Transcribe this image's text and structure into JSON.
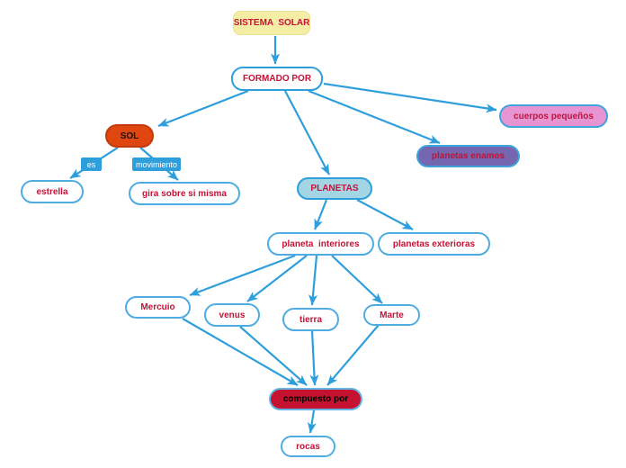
{
  "diagram": {
    "type": "concept-map",
    "topic": "SISTEMA  SOLAR",
    "background_color": "#ffffff",
    "arrow_color": "#2F9FDC",
    "text_color": "#C51236"
  },
  "nodes": {
    "sistema_solar": {
      "label": "SISTEMA  SOLAR",
      "fill": "#F3EDA5"
    },
    "formado_por": {
      "label": "FORMADO POR",
      "fill": "#ffffff"
    },
    "sol": {
      "label": "SOL",
      "fill": "#E0460F"
    },
    "estrella": {
      "label": "estrella",
      "fill": "#ffffff"
    },
    "gira": {
      "label": "gira sobre si misma",
      "fill": "#ffffff"
    },
    "cuerpos": {
      "label": "cuerpos pequeños",
      "fill": "#E795D2"
    },
    "enamos": {
      "label": "planetas enamos",
      "fill": "#7466AF"
    },
    "planetas": {
      "label": "PLANETAS",
      "fill": "#A3D5E5"
    },
    "interiores": {
      "label": "planeta  interiores",
      "fill": "#ffffff"
    },
    "exterioras": {
      "label": "planetas exterioras",
      "fill": "#ffffff"
    },
    "mercuio": {
      "label": "Mercuio",
      "fill": "#ffffff"
    },
    "venus": {
      "label": "venus",
      "fill": "#ffffff"
    },
    "tierra": {
      "label": "tierra",
      "fill": "#ffffff"
    },
    "marte": {
      "label": "Marte",
      "fill": "#ffffff"
    },
    "compuesto": {
      "label": "compuesto por",
      "fill": "#C41230"
    },
    "rocas": {
      "label": "rocas",
      "fill": "#ffffff"
    }
  },
  "link_labels": {
    "es": "es",
    "movimiento": "movimiento"
  },
  "edges": [
    {
      "from": "SISTEMA  SOLAR",
      "to": "FORMADO POR"
    },
    {
      "from": "FORMADO POR",
      "to": "SOL"
    },
    {
      "from": "FORMADO POR",
      "to": "PLANETAS"
    },
    {
      "from": "FORMADO POR",
      "to": "planetas enamos"
    },
    {
      "from": "FORMADO POR",
      "to": "cuerpos pequeños"
    },
    {
      "from": "SOL",
      "to": "estrella",
      "label": "es"
    },
    {
      "from": "SOL",
      "to": "gira sobre si misma",
      "label": "movimiento"
    },
    {
      "from": "PLANETAS",
      "to": "planeta  interiores"
    },
    {
      "from": "PLANETAS",
      "to": "planetas exterioras"
    },
    {
      "from": "planeta  interiores",
      "to": "Mercuio"
    },
    {
      "from": "planeta  interiores",
      "to": "venus"
    },
    {
      "from": "planeta  interiores",
      "to": "tierra"
    },
    {
      "from": "planeta  interiores",
      "to": "Marte"
    },
    {
      "from": "Mercuio",
      "to": "compuesto por"
    },
    {
      "from": "venus",
      "to": "compuesto por"
    },
    {
      "from": "tierra",
      "to": "compuesto por"
    },
    {
      "from": "Marte",
      "to": "compuesto por"
    },
    {
      "from": "compuesto por",
      "to": "rocas"
    }
  ]
}
